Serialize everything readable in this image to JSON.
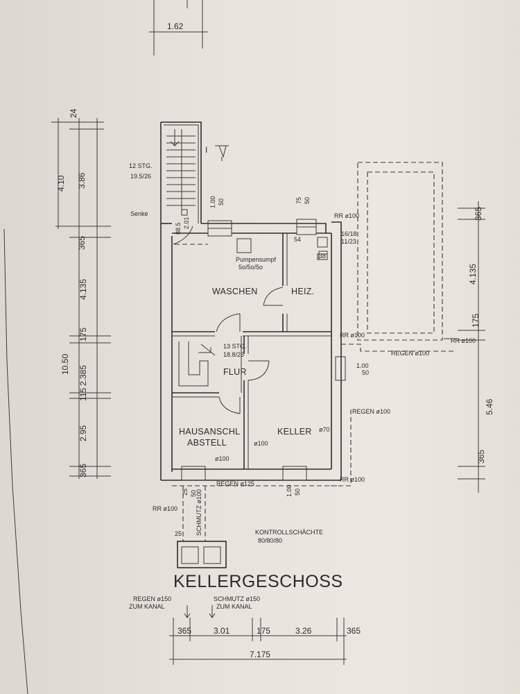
{
  "title": "KELLERGESCHOSS",
  "rooms": {
    "waschen": "WASCHEN",
    "heiz": "HEIZ.",
    "flur": "FLUR",
    "keller": "KELLER",
    "hausanschl": "HAUSANSCHL",
    "abstell": "ABSTELL"
  },
  "notes": {
    "stair_upper": "12 STG.",
    "stair_upper_ratio": "19.5/26",
    "senke": "Senke",
    "pumpensumpf": "Pumpensumpf",
    "pumpensumpf_size": "5o/5o/5o",
    "stair_lower": "13 STG.",
    "stair_lower_ratio": "18.8/26",
    "kontrollschaechte": "KONTROLLSCHÄCHTE",
    "kontrollschaechte_size": "80/80/80",
    "regen_kanal": "REGEN ø150",
    "regen_kanal_2": "ZUM KANAL",
    "schmutz_kanal": "SCHMUTZ ø150",
    "schmutz_kanal_2": "ZUM KANAL",
    "regen_125": "REGEN ø125",
    "regen_100_a": "REGEN ø100",
    "regen_100_b": "REGEN ø100",
    "rr_100_a": "RR ø100",
    "rr_100_b": "RR ø100",
    "rr_100_c": "RR ø100",
    "rr_100_d": "RR ø100",
    "rr_100_e": "RR ø100",
    "schmutz_100": "SCHMUTZ ø100",
    "keller_pipe": "ø70",
    "pipe_100_a": "ø100",
    "pipe_100_b": "ø100",
    "pipe_125": "ø125",
    "axis_mark": "I"
  },
  "dims": {
    "top": "1.62",
    "left_outer_total_upper": "4.10",
    "left_outer_total": "10.50",
    "left_24": "24",
    "left_386": "3.86",
    "left_365_a": "365",
    "left_4135": "4.135",
    "left_175": "175",
    "left_2385": "2.385",
    "left_115": "115",
    "left_295": "2.95",
    "left_365_b": "365",
    "right_365_a": "365",
    "right_4135": "4.135",
    "right_175": "175",
    "right_546": "5.46",
    "right_365_b": "365",
    "bottom_365_a": "365",
    "bottom_301": "3.01",
    "bottom_175": "175",
    "bottom_326": "3.26",
    "bottom_365_b": "365",
    "bottom_total": "7.175",
    "win_100_a": "1.00",
    "win_50_a": "50",
    "win_75": "75",
    "win_50_b": "50",
    "win_100_b": "1.00",
    "win_50_c": "50",
    "win_100_c": "1.00",
    "win_50_d": "50",
    "win_25": "25",
    "win_50_e": "50",
    "sill_885": "88.5",
    "sill_201": "2.01",
    "heiz_54": "54",
    "heiz_1618": "16/18",
    "heiz_1123": "11/23",
    "heiz_38": "38",
    "manhole_25": "25"
  }
}
